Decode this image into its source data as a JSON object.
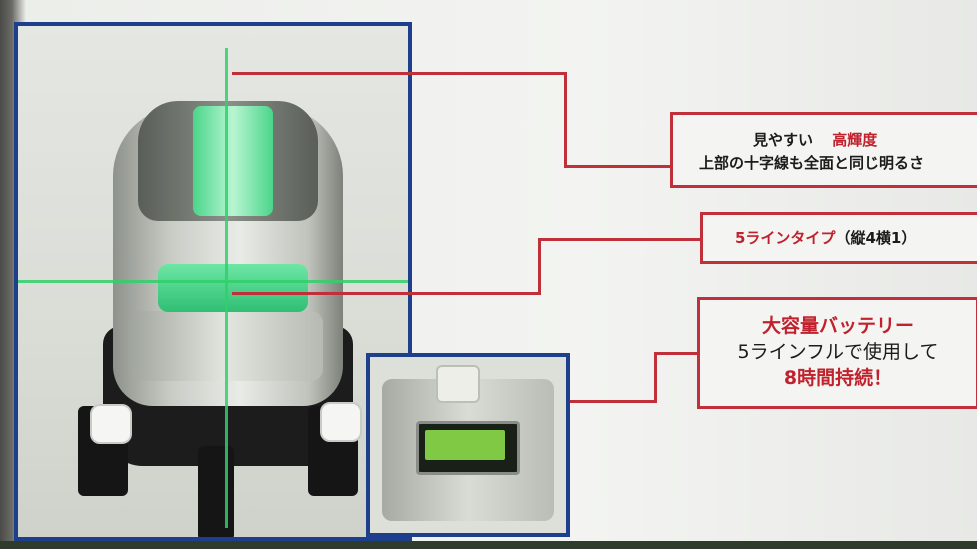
{
  "callouts": {
    "brightness": {
      "line1_prefix": "見やすい",
      "line1_highlight": "高輝度",
      "line2": "上部の十字線も全面と同じ明るさ"
    },
    "line_type": {
      "highlight": "5ラインタイプ",
      "detail": "（縦4横1）"
    },
    "battery": {
      "line1": "大容量バッテリー",
      "line2": "5ラインフルで使用して",
      "line3": "8時間持続！"
    }
  },
  "colors": {
    "frame_blue": "#1d3f8c",
    "callout_red": "#c0303a",
    "laser_green": "#2fd06a"
  }
}
